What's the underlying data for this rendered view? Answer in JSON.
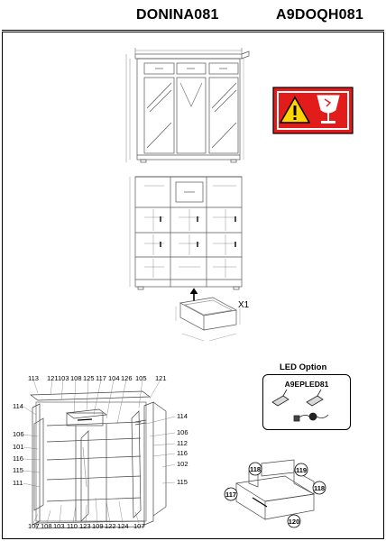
{
  "header": {
    "model": "DONINA081",
    "code": "A9DOQH081"
  },
  "led": {
    "title": "LED Option",
    "code": "A9EPLED81"
  },
  "drawer_quantity": "X1",
  "warning_icon": "fragile-glass-warning-icon",
  "colors": {
    "warning_red": "#e21b1b",
    "warning_yellow": "#ffd400",
    "line": "#555555"
  },
  "assembly_labels": {
    "top_row": [
      "113",
      "121",
      "103",
      "108",
      "125",
      "117",
      "104",
      "126",
      "105",
      "121"
    ],
    "left_side": [
      "114",
      "106",
      "101",
      "116",
      "115",
      "111"
    ],
    "right_side": [
      "114",
      "106",
      "112",
      "116",
      "102",
      "115"
    ],
    "bottom_row": [
      "107",
      "108",
      "103",
      "110",
      "123",
      "109",
      "122",
      "124",
      "107"
    ]
  },
  "drawer_labels": {
    "top_left": "118",
    "top_right": "119",
    "right": "118",
    "left": "117",
    "bottom": "120"
  }
}
